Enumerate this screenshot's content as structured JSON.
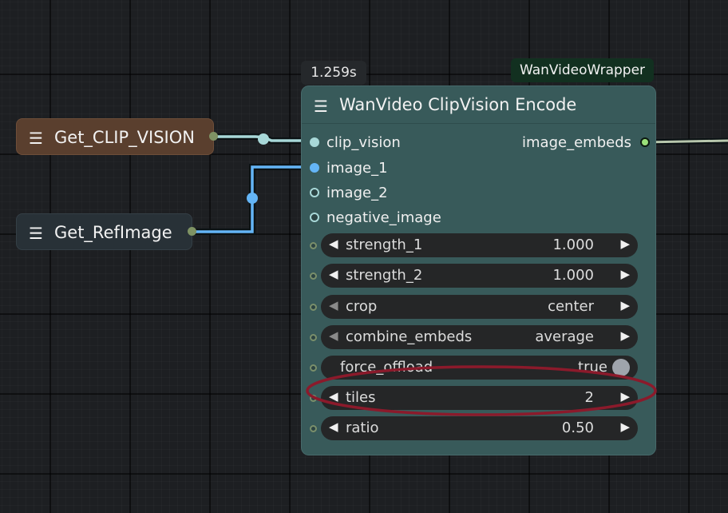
{
  "badges": {
    "time": "1.259s",
    "package": "WanVideoWrapper"
  },
  "get_nodes": [
    {
      "title": "Get_CLIP_VISION",
      "color": "#5a3f2e"
    },
    {
      "title": "Get_RefImage",
      "color": "#283137"
    }
  ],
  "node": {
    "title": "WanVideo ClipVision Encode",
    "color": "#385a5a",
    "inputs": [
      "clip_vision",
      "image_1",
      "image_2",
      "negative_image"
    ],
    "output": "image_embeds",
    "widgets": [
      {
        "label": "strength_1",
        "value": "1.000"
      },
      {
        "label": "strength_2",
        "value": "1.000"
      },
      {
        "label": "crop",
        "value": "center"
      },
      {
        "label": "combine_embeds",
        "value": "average"
      },
      {
        "label": "force_offload",
        "value": "true"
      },
      {
        "label": "tiles",
        "value": "2"
      },
      {
        "label": "ratio",
        "value": "0.50"
      }
    ]
  },
  "colors": {
    "clip_vision_wire": "#a8d8d8",
    "image_wire": "#64b5f6",
    "image_embeds_wire": "#b8c7ad",
    "highlight_ellipse": "#8b1a2b",
    "output_dot": "#9be07a"
  },
  "icons": {
    "menu": "hamburger-menu-icon",
    "left": "triangle-left-icon",
    "right": "triangle-right-icon"
  }
}
